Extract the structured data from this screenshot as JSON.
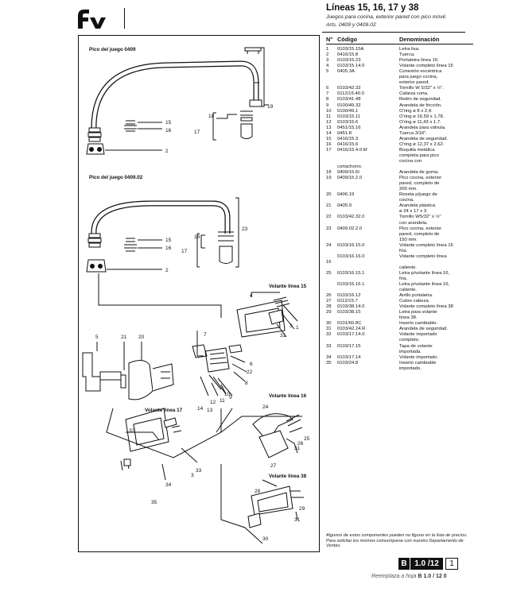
{
  "header": {
    "title": "Líneas 15, 16, 17 y 38",
    "subtitle": "Juegos para cocina, exterior pared con pico móvil.",
    "articles": "Arts. 0409 y 0409.02"
  },
  "drawing": {
    "label_pico_0409": "Pico del juego 0409",
    "label_pico_040902": "Pico del juego 0409.02",
    "label_volante_15": "Volante línea 15",
    "label_volante_16": "Volante línea 16",
    "label_volante_17": "Volante línea 17",
    "label_volante_38": "Volante línea 38"
  },
  "parts_table": {
    "col_num": "N°",
    "col_code": "Código",
    "col_name": "Denominación",
    "rows": [
      {
        "n": "1",
        "code": "0103/15.15A",
        "name": "Letra lisa."
      },
      {
        "n": "2",
        "code": "0416/15.8",
        "name": "Tuerca."
      },
      {
        "n": "3",
        "code": "0103/15.23",
        "name": "Portaletra línea 15."
      },
      {
        "n": "4",
        "code": "0103/15.14.0",
        "name": "Volante completo línea 15"
      },
      {
        "n": "5",
        "code": "0405.3A",
        "name": "Conexión excéntrica"
      },
      {
        "n": "",
        "code": "",
        "name": "para juego cocina,"
      },
      {
        "n": "",
        "code": "",
        "name": "exterior pared."
      },
      {
        "n": "6",
        "code": "0103/42.32",
        "name": "Tornillo W 5/32\" x ½\"."
      },
      {
        "n": "7",
        "code": "0112/15.40.0",
        "name": "Cabeza corta."
      },
      {
        "n": "8",
        "code": "0103/41.48",
        "name": "Retén de seguridad."
      },
      {
        "n": "9",
        "code": "0100/49.32",
        "name": "Arandela de fricción."
      },
      {
        "n": "10",
        "code": "0100/49.1",
        "name": "O'ring ø 8 x 2,4."
      },
      {
        "n": "11",
        "code": "0103/15.11",
        "name": "O'ring ø 16,59 x 1,78."
      },
      {
        "n": "12",
        "code": "0103/15.6",
        "name": "O'ring ø 11,43 x 1,7."
      },
      {
        "n": "13",
        "code": "0451/15.16",
        "name": "Arandela para válvula."
      },
      {
        "n": "14",
        "code": "0451.8",
        "name": "Tuerca 3/16\"."
      },
      {
        "n": "15",
        "code": "0416/15.3",
        "name": "Arandela de seguridad."
      },
      {
        "n": "16",
        "code": "0416/15.6",
        "name": "O'ring ø 12,37 x 2,62."
      },
      {
        "n": "17",
        "code": "0416/15.4.0.M",
        "name": "Boquilla metálica"
      },
      {
        "n": "",
        "code": "",
        "name": "completa para pico"
      },
      {
        "n": "",
        "code": "",
        "name": "cocina con"
      },
      {
        "n": "",
        "code": "cortachorro.",
        "name": ""
      },
      {
        "n": "18",
        "code": "0409/15.6I",
        "name": "Arandela de goma."
      },
      {
        "n": "19",
        "code": "0409/15.2.0",
        "name": "Pico cocina, exterior"
      },
      {
        "n": "",
        "code": "",
        "name": "pared, completo de"
      },
      {
        "n": "",
        "code": "",
        "name": "200 mm."
      },
      {
        "n": "20",
        "code": "0406.19",
        "name": "Roseta p/juego de"
      },
      {
        "n": "",
        "code": "",
        "name": "cocina."
      },
      {
        "n": "21",
        "code": "0405.9",
        "name": "Arandela plástica"
      },
      {
        "n": "",
        "code": "",
        "name": "ø 24 x 17 x 3."
      },
      {
        "n": "22",
        "code": "0103/42.32.0",
        "name": "Tornillo W5/32\" x ½\""
      },
      {
        "n": "",
        "code": "",
        "name": "con arandela."
      },
      {
        "n": "23",
        "code": "0409.02.2.0",
        "name": "Pico cocina, exterior"
      },
      {
        "n": "",
        "code": "",
        "name": "pared, completo de"
      },
      {
        "n": "",
        "code": "",
        "name": "150 mm."
      },
      {
        "n": "24",
        "code": "0103/16.15.0",
        "name": "Volante completo línea 16"
      },
      {
        "n": "",
        "code": "",
        "name": "fría."
      },
      {
        "n": "",
        "code": "0103/16.16.0",
        "name": "Volante completo línea"
      },
      {
        "n": "16",
        "code": "",
        "name": ""
      },
      {
        "n": "",
        "code": "",
        "name": "caliente."
      },
      {
        "n": "25",
        "code": "0103/16.15.1",
        "name": "Letra p/volante línea 16,"
      },
      {
        "n": "",
        "code": "",
        "name": "         fría."
      },
      {
        "n": "",
        "code": "0103/16.16.1",
        "name": "Letra p/volante línea 16,"
      },
      {
        "n": "",
        "code": "",
        "name": "caliente."
      },
      {
        "n": "26",
        "code": "0103/16.12",
        "name": "Anillo portaletra."
      },
      {
        "n": "27",
        "code": "0112/15.7",
        "name": "Cubre cabeza."
      },
      {
        "n": "28",
        "code": "0103/38.14.0",
        "name": "Volante completo línea 38"
      },
      {
        "n": "29",
        "code": "0103/38.15",
        "name": "Letra para volante"
      },
      {
        "n": "",
        "code": "",
        "name": "línea 38."
      },
      {
        "n": "30",
        "code": "0101/60.8C",
        "name": "Inserto cambiable."
      },
      {
        "n": "31",
        "code": "0103/42.24.R",
        "name": "Arandela de seguridad."
      },
      {
        "n": "32",
        "code": "0103/17.14.0",
        "name": "Volante importado"
      },
      {
        "n": "",
        "code": "",
        "name": "completo."
      },
      {
        "n": "33",
        "code": "0103/17.15",
        "name": "Tapa de volante"
      },
      {
        "n": "",
        "code": "",
        "name": "importada."
      },
      {
        "n": "34",
        "code": "0103/17.14",
        "name": "Volante importado."
      },
      {
        "n": "35",
        "code": "0103/24.8",
        "name": "Inserto cambiable"
      },
      {
        "n": "",
        "code": "",
        "name": "importado."
      }
    ]
  },
  "note": "Algunos de estos componentes pueden no figurar en la lista de precios. Para solicitar los mismos comuníquese con nuestro Departamento de Ventas.",
  "footer": {
    "letter": "B",
    "sheet": "1.0 /12",
    "page": "1",
    "replace_label": "Reemplaza a hoja",
    "replace_value": "B  1.0 / 12  0"
  }
}
